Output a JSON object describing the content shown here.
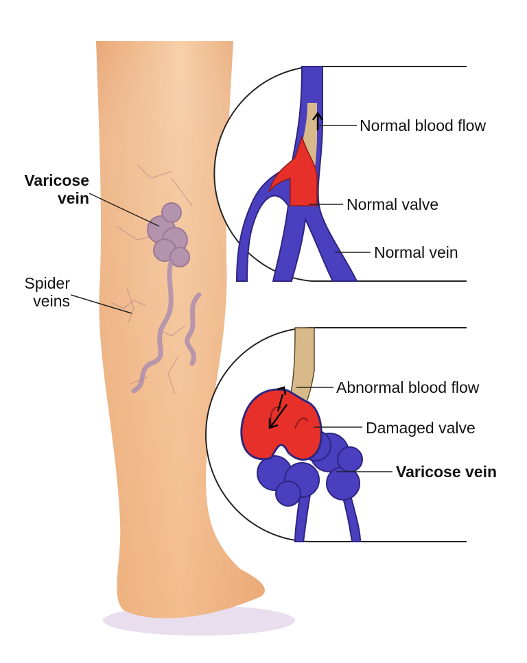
{
  "leg_labels": {
    "varicose_vein": [
      "Varicose",
      "vein"
    ],
    "spider_veins": [
      "Spider",
      "veins"
    ]
  },
  "top_inset": {
    "normal_blood_flow": "Normal blood flow",
    "normal_valve": "Normal valve",
    "normal_vein": "Normal vein"
  },
  "bottom_inset": {
    "abnormal_blood_flow": "Abnormal blood flow",
    "damaged_valve": "Damaged valve",
    "varicose_vein": "Varicose vein"
  },
  "colors": {
    "skin": "#f4c79c",
    "vein_blue": "#4a3fbf",
    "blood_red": "#e8302a",
    "vein_purple": "#a98bb0"
  }
}
